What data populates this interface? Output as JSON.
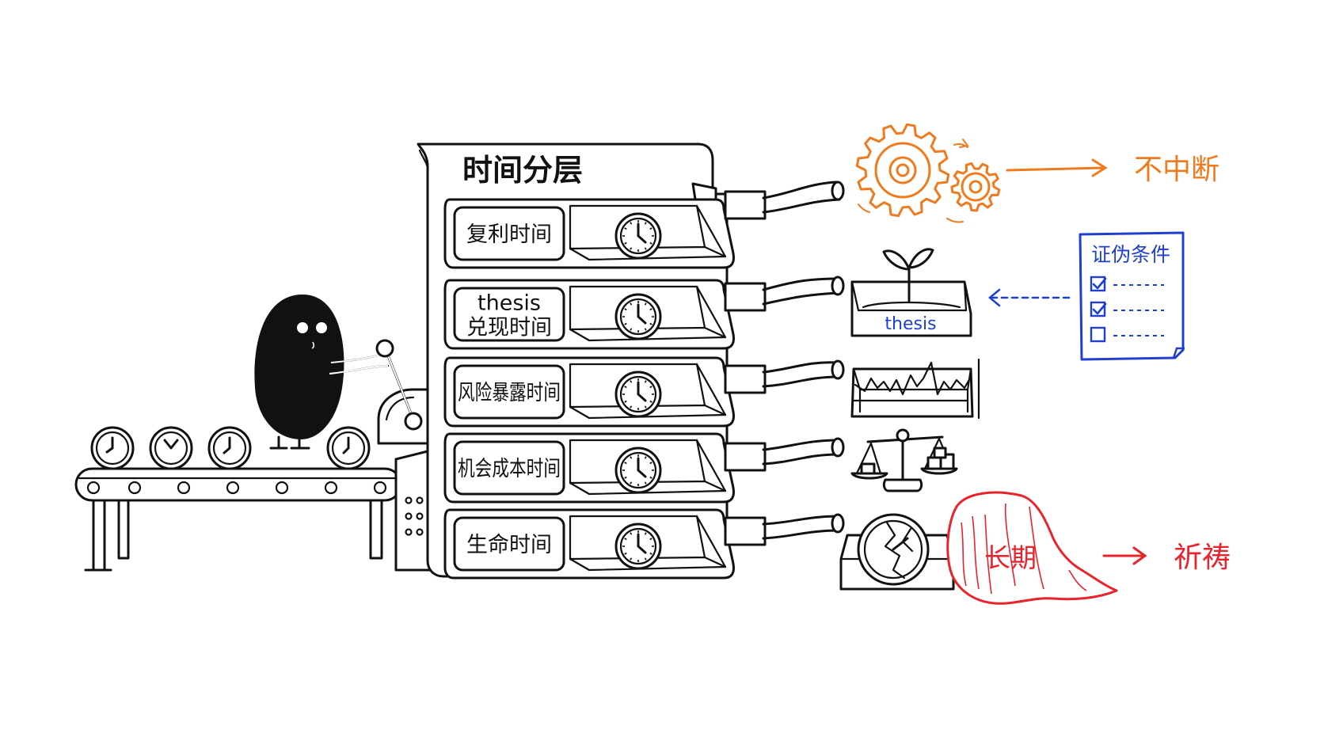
{
  "machine": {
    "title": "时间分层",
    "layers": [
      {
        "label_lines": [
          "复利时间"
        ]
      },
      {
        "label_lines": [
          "thesis",
          "兑现时间"
        ]
      },
      {
        "label_lines": [
          "风险暴露时间"
        ]
      },
      {
        "label_lines": [
          "机会成本时间"
        ]
      },
      {
        "label_lines": [
          "生命时间"
        ]
      }
    ]
  },
  "outputs": {
    "gears_result": "不中断",
    "pot_label": "thesis",
    "checklist": {
      "title": "证伪条件",
      "items": [
        {
          "checked": true
        },
        {
          "checked": true
        },
        {
          "checked": false
        }
      ]
    },
    "covered_label": "长期",
    "covered_result": "祈祷"
  },
  "colors": {
    "ink": "#111111",
    "orange": "#f07a1e",
    "blue": "#1f3fd1",
    "red": "#e8232a"
  },
  "icons": [
    "clock-icon",
    "gear-icon",
    "sprout-icon",
    "checkbox-icon",
    "chart-icon",
    "scale-icon",
    "broken-clock-icon",
    "cloth-icon",
    "arrow-icon",
    "lever-icon"
  ]
}
